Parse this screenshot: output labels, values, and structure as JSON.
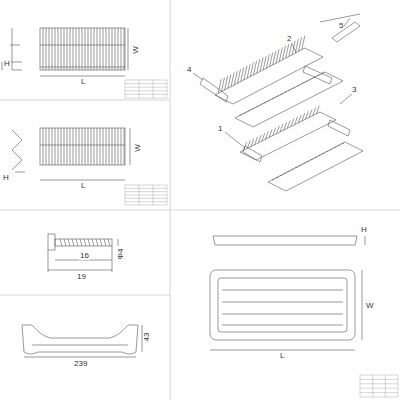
{
  "diagram": {
    "labels": [
      "W",
      "L",
      "H",
      "W",
      "L",
      "H",
      "5",
      "2",
      "4",
      "3",
      "1",
      "16",
      "19",
      "Φ4",
      "239",
      "43",
      "H",
      "W",
      "L"
    ]
  }
}
